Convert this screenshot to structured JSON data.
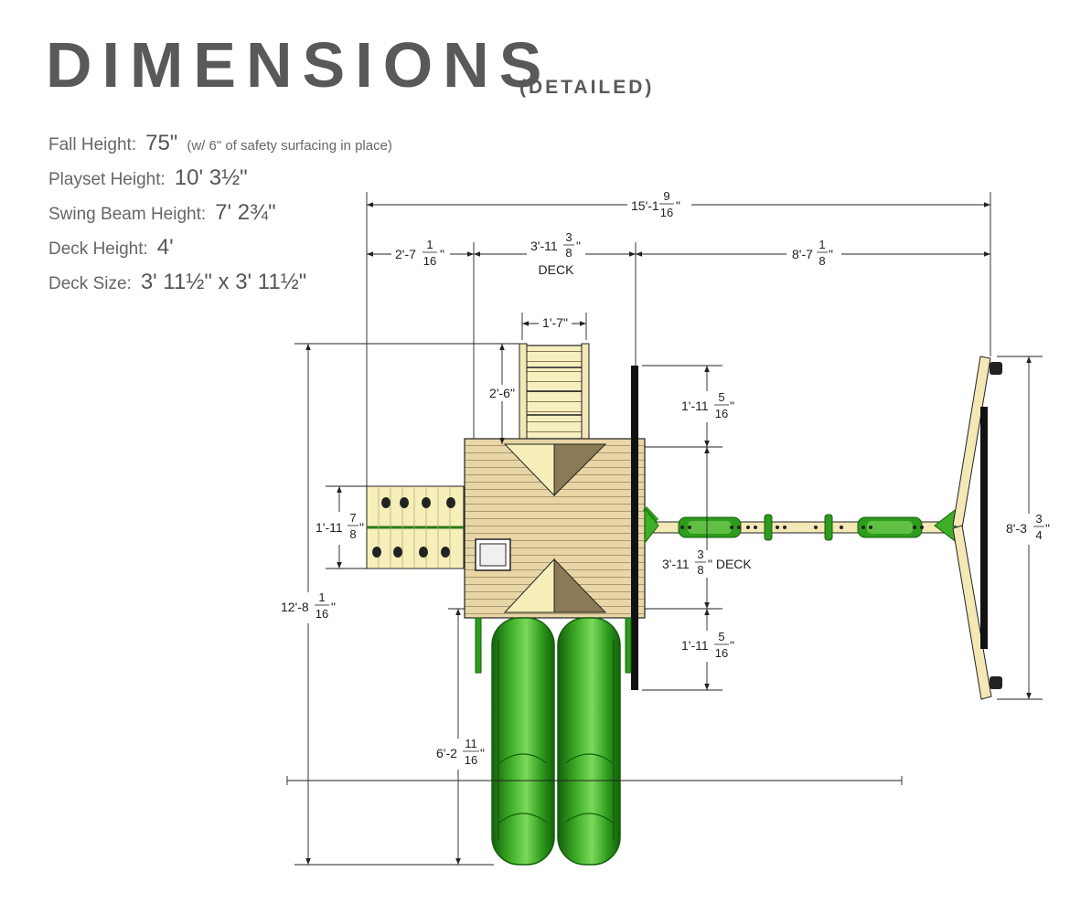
{
  "header": {
    "title": "DIMENSIONS",
    "subtitle": "(DETAILED)"
  },
  "specs": [
    {
      "label": "Fall Height:",
      "value": "75\"",
      "note": "(w/ 6\" of safety surfacing in place)"
    },
    {
      "label": "Playset Height:",
      "value": "10' 3½\"",
      "note": ""
    },
    {
      "label": "Swing Beam Height:",
      "value": "7' 2¾\"",
      "note": ""
    },
    {
      "label": "Deck Height:",
      "value": "4'",
      "note": ""
    },
    {
      "label": "Deck Size:",
      "value": "3' 11½\" x 3' 11½\"",
      "note": ""
    }
  ],
  "dimensions": {
    "overall_width": {
      "whole": "15'-1",
      "num": "9",
      "den": "16",
      "tail": "\""
    },
    "left_extension": {
      "whole": "2'-7",
      "num": "1",
      "den": "16",
      "tail": "\""
    },
    "deck_width": {
      "whole": "3'-11",
      "num": "3",
      "den": "8",
      "tail": "\"",
      "label": "DECK"
    },
    "swing_beam_length": {
      "whole": "8'-7",
      "num": "1",
      "den": "8",
      "tail": "\""
    },
    "ladder_width": "1'-7\"",
    "ladder_length": "2'-6\"",
    "upper_offset": {
      "whole": "1'-11",
      "num": "5",
      "den": "16",
      "tail": "\""
    },
    "deck_depth": {
      "whole": "3'-11",
      "num": "3",
      "den": "8",
      "tail": "\" DECK"
    },
    "lower_offset": {
      "whole": "1'-11",
      "num": "5",
      "den": "16",
      "tail": "\""
    },
    "side_platform_depth": {
      "whole": "1'-11",
      "num": "7",
      "den": "8",
      "tail": "\""
    },
    "overall_depth": {
      "whole": "12'-8",
      "num": "1",
      "den": "16",
      "tail": "\""
    },
    "slide_length": {
      "whole": "6'-2",
      "num": "11",
      "den": "16",
      "tail": "\""
    },
    "swing_a_frame_width": {
      "whole": "8'-3",
      "num": "3",
      "den": "4",
      "tail": "\""
    }
  },
  "colors": {
    "wood": "#e8d6a6",
    "wood_dark": "#7a6a4c",
    "wood_light": "#f7f0c6",
    "slide_green": "#2e9b1c",
    "slide_dark": "#14600c",
    "text": "#58595b"
  }
}
